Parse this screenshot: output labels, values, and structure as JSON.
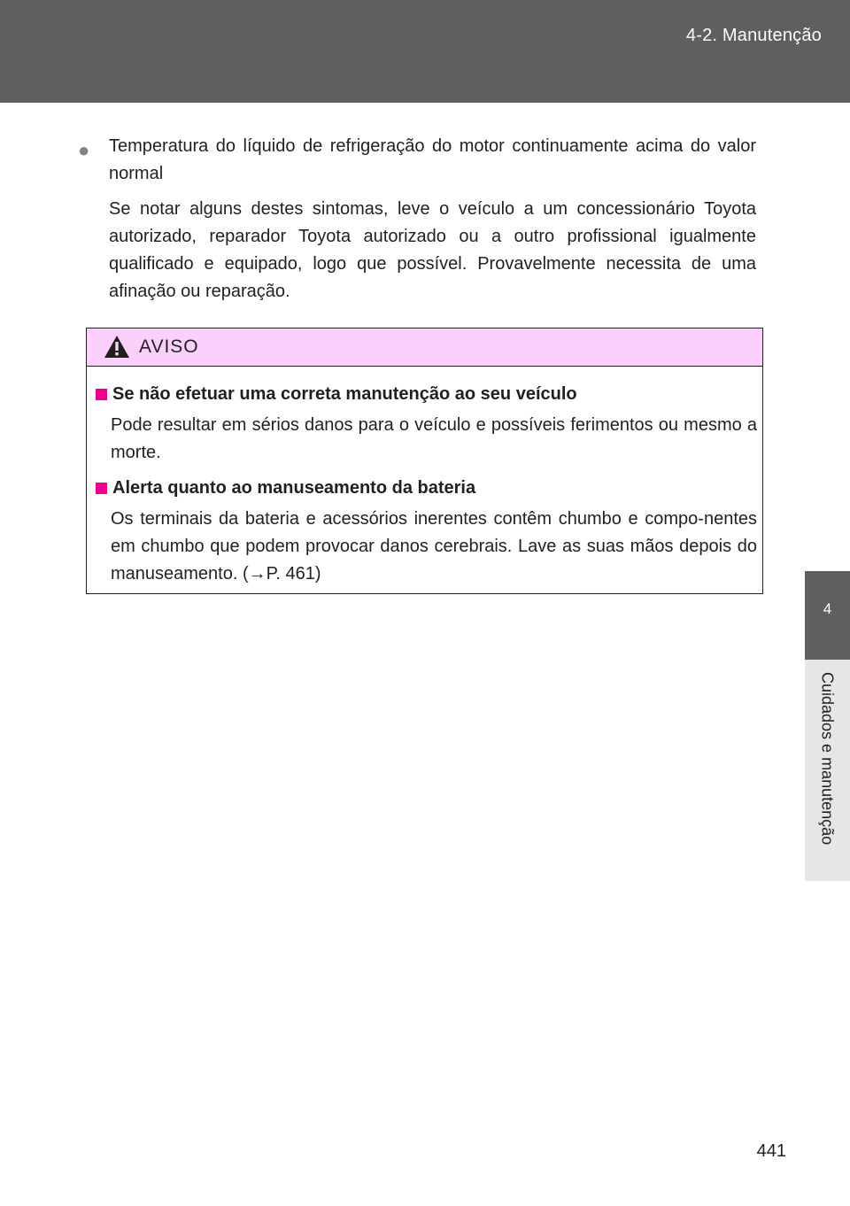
{
  "header": {
    "section_title": "4-2. Manutenção"
  },
  "side_tab": {
    "chapter_number": "4",
    "chapter_label": "Cuidados e manutenção"
  },
  "content": {
    "bullet_text": "Temperatura do líquido de refrigeração do motor continuamente acima do valor normal",
    "paragraph": "Se notar alguns destes sintomas, leve o veículo a um concessionário Toyota autorizado, reparador Toyota autorizado ou a outro profissional igualmente qualificado e equipado, logo que possível. Provavelmente necessita de uma afinação ou reparação."
  },
  "warning": {
    "title": "AVISO",
    "header_color": "#fcd0fc",
    "marker_color": "#ec008c",
    "items": [
      {
        "heading": "Se não efetuar uma correta manutenção ao seu veículo",
        "text": "Pode resultar em sérios danos para o veículo e possíveis ferimentos ou mesmo a morte."
      },
      {
        "heading": "Alerta quanto ao manuseamento da bateria",
        "text": "Os terminais da bateria e acessórios inerentes contêm chumbo e compo-nentes em chumbo que podem provocar danos cerebrais. Lave as suas mãos depois do manuseamento. (→P. 461)"
      }
    ]
  },
  "footer": {
    "page_number": "441"
  }
}
